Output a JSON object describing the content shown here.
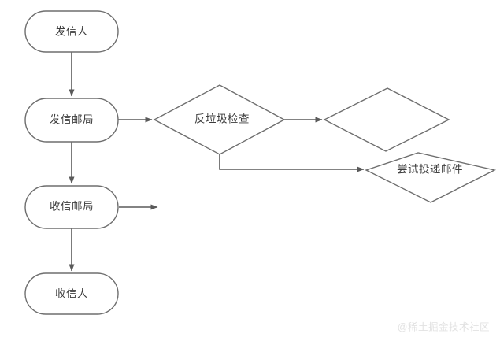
{
  "diagram": {
    "title": "email-delivery-flowchart",
    "background_color": "#ffffff",
    "stroke_color": "#6e6e6e",
    "connector_color": "#5a5a5a",
    "text_color": "#3d3d3d",
    "nodes": [
      {
        "id": "sender",
        "label": "发信人",
        "shape": "stadium"
      },
      {
        "id": "sender-office",
        "label": "发信邮局",
        "shape": "stadium"
      },
      {
        "id": "receiver-office",
        "label": "收信邮局",
        "shape": "stadium"
      },
      {
        "id": "receiver",
        "label": "收信人",
        "shape": "stadium"
      },
      {
        "id": "antispam-check",
        "label": "反垃圾检查",
        "shape": "diamond"
      },
      {
        "id": "unlabeled-decision",
        "label": "",
        "shape": "diamond"
      },
      {
        "id": "try-deliver",
        "label": "尝试投递邮件",
        "shape": "diamond"
      }
    ],
    "edges": [
      {
        "from": "sender",
        "to": "sender-office",
        "style": "arrow-down"
      },
      {
        "from": "sender-office",
        "to": "antispam-check",
        "style": "arrow-right"
      },
      {
        "from": "sender-office",
        "to": "receiver-office",
        "style": "arrow-down"
      },
      {
        "from": "antispam-check",
        "to": "unlabeled-decision",
        "style": "arrow-right"
      },
      {
        "from": "antispam-check",
        "to": "try-deliver",
        "style": "elbow-down-right"
      },
      {
        "from": "receiver-office",
        "to": "receiver",
        "style": "arrow-down"
      },
      {
        "from": "receiver-office",
        "to": "",
        "style": "arrow-right-stub"
      }
    ]
  },
  "watermark": {
    "text": "@稀土掘金技术社区"
  }
}
